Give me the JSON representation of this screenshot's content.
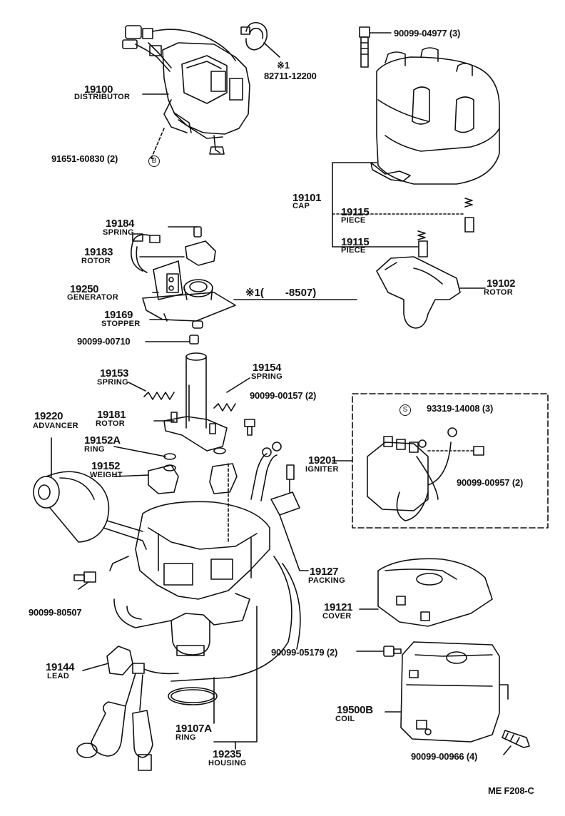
{
  "labels": {
    "p19100_num": "19100",
    "p19100_name": "DISTRIBUTOR",
    "p82711_mark": "※1",
    "p82711_pn": "82711-12200",
    "p91651_pn": "91651-60830 (2)",
    "p91651_mark": "B",
    "p90099_04977": "90099-04977 (3)",
    "p19101_num": "19101",
    "p19101_name": "CAP",
    "p19115a_num": "19115",
    "p19115a_name": "PIECE",
    "p19115b_num": "19115",
    "p19115b_name": "PIECE",
    "p19102_num": "19102",
    "p19102_name": "ROTOR",
    "p19184_num": "19184",
    "p19184_name": "SPRING",
    "p19183_num": "19183",
    "p19183_name": "ROTOR",
    "p19250_num": "19250",
    "p19250_name": "GENERATOR",
    "p19169_num": "19169",
    "p19169_name": "STOPPER",
    "p90099_00710": "90099-00710",
    "note_mark": "※1(　　-8507)",
    "p19153_num": "19153",
    "p19153_name": "SPRING",
    "p19154_num": "19154",
    "p19154_name": "SPRING",
    "p90099_00157": "90099-00157 (2)",
    "p19220_num": "19220",
    "p19220_name": "ADVANCER",
    "p19181_num": "19181",
    "p19181_name": "ROTOR",
    "p19152a_num": "19152A",
    "p19152a_name": "RING",
    "p19152_num": "19152",
    "p19152_name": "WEIGHT",
    "p93319_mark": "S",
    "p93319_pn": "93319-14008 (3)",
    "p19201_num": "19201",
    "p19201_name": "IGNITER",
    "p90099_00957": "90099-00957 (2)",
    "p19127_num": "19127",
    "p19127_name": "PACKING",
    "p90099_80507": "90099-80507",
    "p19121_num": "19121",
    "p19121_name": "COVER",
    "p90099_05179": "90099-05179 (2)",
    "p19144_num": "19144",
    "p19144_name": "LEAD",
    "p19500b_num": "19500B",
    "p19500b_name": "COIL",
    "p19107a_num": "19107A",
    "p19107a_name": "RING",
    "p19235_num": "19235",
    "p19235_name": "HOUSING",
    "p90099_00966": "90099-00966 (4)",
    "ref_code": "ME F208-C"
  },
  "colors": {
    "ink": "#111111",
    "paper": "#ffffff"
  }
}
